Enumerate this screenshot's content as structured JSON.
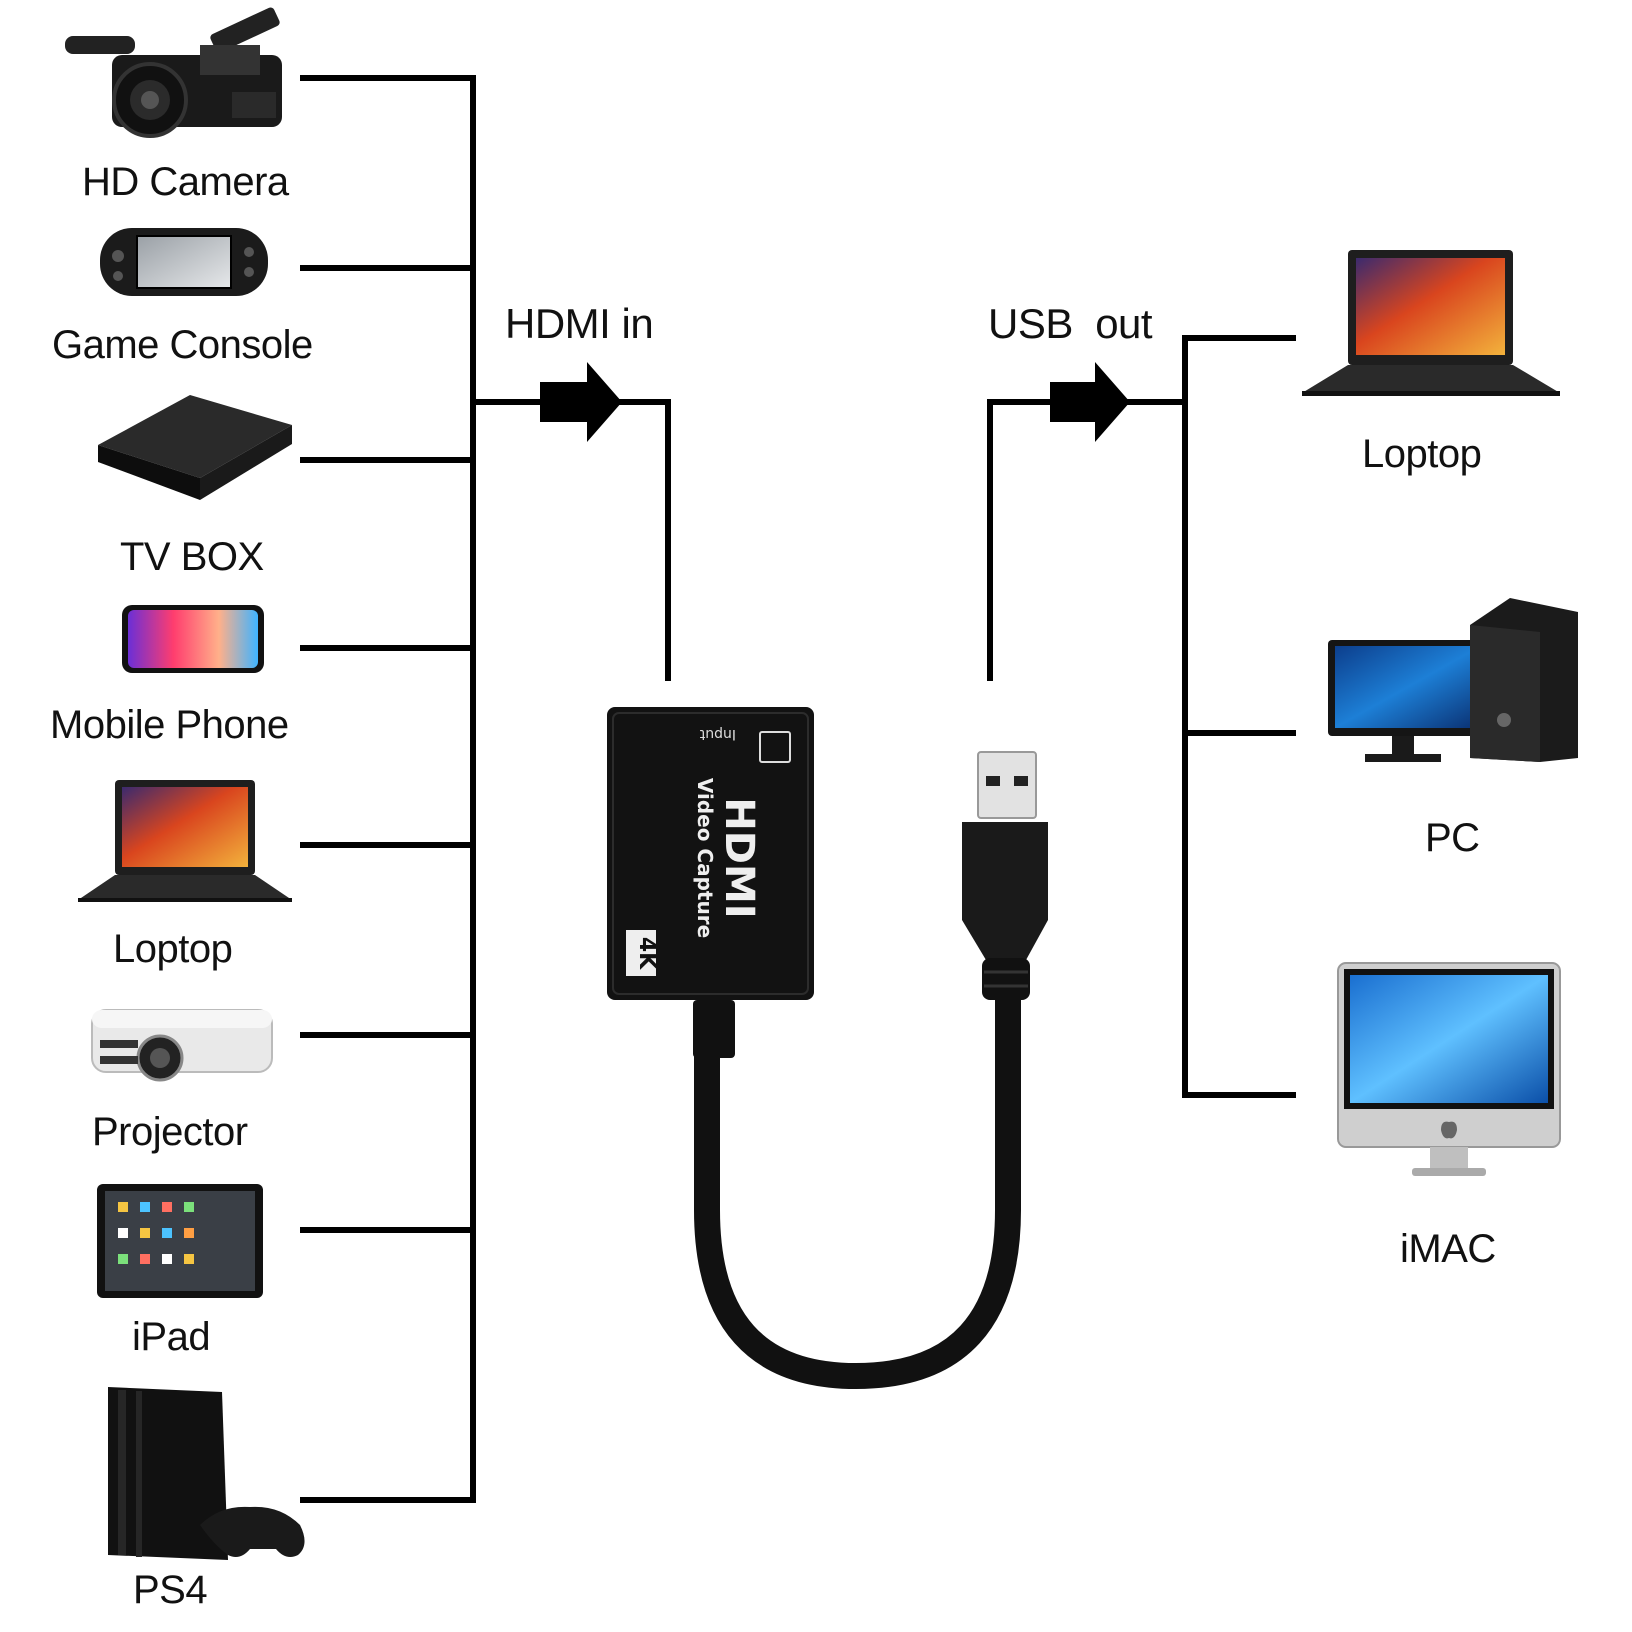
{
  "inputs_label": "HDMI in",
  "outputs_label": "USB  out",
  "source_devices": [
    {
      "label": "HD Camera",
      "icon": "video-camera-icon"
    },
    {
      "label": "Game Console",
      "icon": "handheld-console-icon"
    },
    {
      "label": "TV BOX",
      "icon": "tv-box-icon"
    },
    {
      "label": "Mobile Phone",
      "icon": "smartphone-icon"
    },
    {
      "label": "Loptop",
      "icon": "laptop-icon"
    },
    {
      "label": "Projector",
      "icon": "projector-icon"
    },
    {
      "label": "iPad",
      "icon": "tablet-icon"
    },
    {
      "label": "PS4",
      "icon": "game-console-icon"
    }
  ],
  "target_devices": [
    {
      "label": "Loptop",
      "icon": "laptop-icon"
    },
    {
      "label": "PC",
      "icon": "desktop-pc-icon"
    },
    {
      "label": "iMAC",
      "icon": "imac-icon"
    }
  ],
  "capture_card": {
    "port_label": "Input",
    "brand": "HDMI",
    "product": "Video Capture",
    "badge": "4K",
    "icon": "capture-card-icon",
    "connector_icon": "usb-connector-icon"
  }
}
